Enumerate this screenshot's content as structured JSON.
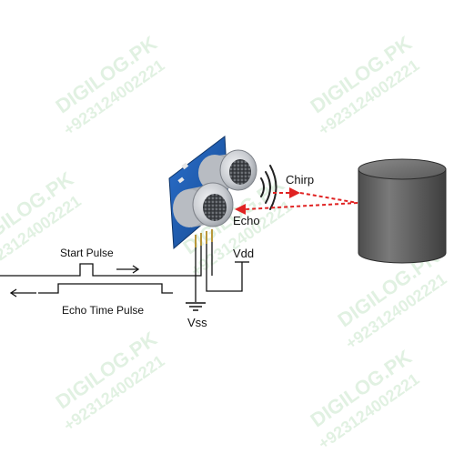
{
  "diagram": {
    "labels": {
      "chirp": "Chirp",
      "echo": "Echo",
      "vdd": "Vdd",
      "vss": "Vss",
      "start_pulse": "Start Pulse",
      "echo_time_pulse": "Echo Time Pulse"
    },
    "watermark": {
      "brand": "DIGILOG.PK",
      "phone": "+923124002221"
    },
    "colors": {
      "line": "#111111",
      "board": "#1f5fb8",
      "transducer": "#cfd2d6",
      "target": "#6b6b6b",
      "arrow": "#e02222",
      "watermark": "#4caf50"
    }
  }
}
